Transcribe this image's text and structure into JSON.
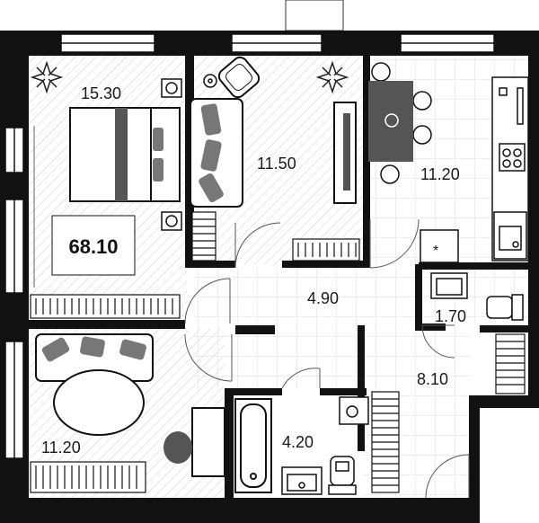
{
  "plan": {
    "total_area": "68.10",
    "rooms": [
      {
        "id": "bedroom",
        "area": "15.30"
      },
      {
        "id": "living-room",
        "area": "11.50"
      },
      {
        "id": "kitchen",
        "area": "11.20"
      },
      {
        "id": "hallway",
        "area": "4.90"
      },
      {
        "id": "wc",
        "area": "1.70"
      },
      {
        "id": "corridor",
        "area": "8.10"
      },
      {
        "id": "bathroom",
        "area": "4.20"
      },
      {
        "id": "kids-room",
        "area": "11.20"
      }
    ]
  }
}
